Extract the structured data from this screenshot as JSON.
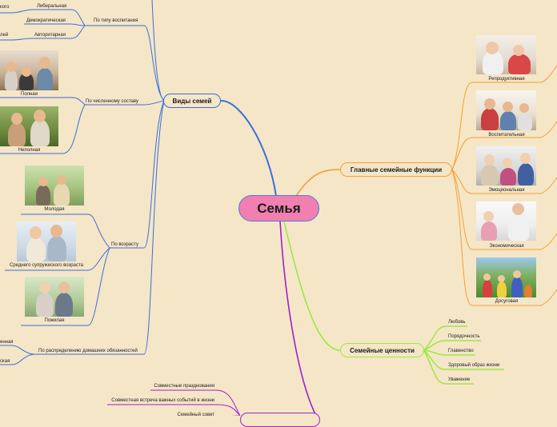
{
  "root": {
    "title": "Семья"
  },
  "branches": {
    "types": {
      "title": "Виды семей",
      "groups": {
        "upbringing": {
          "title": "По типу воспитания",
          "items": [
            "Либеральная",
            "Демократическая",
            "Авторитарная"
          ],
          "cut_labels": [
            "кого",
            "лей"
          ]
        },
        "size": {
          "title": "По численному составу",
          "items": [
            "Полная",
            "Неполная"
          ]
        },
        "age": {
          "title": "По возрасту",
          "items": [
            "Молодая",
            "Среднего супружеского возраста",
            "Пожилая"
          ]
        },
        "duties": {
          "title": "По распределению домашних обязанностей",
          "cut_labels": [
            "енная",
            "ская"
          ]
        }
      }
    },
    "functions": {
      "title": "Главные семейные функции",
      "items": [
        "Репродуктивная",
        "Воспитательная",
        "Эмоциональная",
        "Экономическая",
        "Досуговая"
      ]
    },
    "values": {
      "title": "Семейные ценности",
      "items": [
        "Любовь",
        "Порядочность",
        "Главенство",
        "Здоровый образ жизни",
        "Уважение"
      ]
    },
    "traditions": {
      "items": [
        "Совместные празднования",
        "Совместная встреча важных событий в жизни",
        "Семейный совет"
      ]
    }
  },
  "colors": {
    "background": "#f5e6c8",
    "root_fill": "#f17fb0",
    "types_branch": "#3a6fd8",
    "functions_branch": "#f5a030",
    "values_branch": "#9de840",
    "traditions_branch": "#a020c8"
  }
}
